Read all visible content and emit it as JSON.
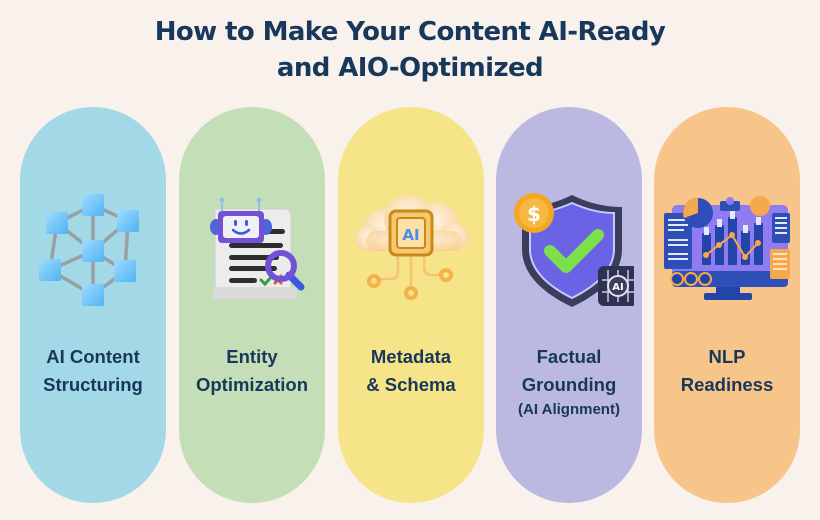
{
  "title": {
    "line1": "How to Make Your Content AI-Ready",
    "line2": "and AIO-Optimized"
  },
  "colors": {
    "background": "#f9f2ec",
    "text": "#17385a",
    "card_colors": [
      "#a3d8e6",
      "#c4dfb8",
      "#f6e489",
      "#bbb8e2",
      "#f7c48a"
    ]
  },
  "cards": [
    {
      "icon": "network-cube-icon",
      "line1": "AI Content",
      "line2": "Structuring",
      "sub": ""
    },
    {
      "icon": "robot-document-search-icon",
      "line1": "Entity",
      "line2": "Optimization",
      "sub": ""
    },
    {
      "icon": "ai-chip-cloud-icon",
      "line1": "Metadata",
      "line2": "& Schema",
      "sub": ""
    },
    {
      "icon": "shield-check-icon",
      "line1": "Factual",
      "line2": "Grounding",
      "sub": "(AI Alignment)"
    },
    {
      "icon": "analytics-monitor-icon",
      "line1": "NLP",
      "line2": "Readiness",
      "sub": ""
    }
  ],
  "icon_text": {
    "chip_label": "AI",
    "coin_label": "$",
    "badge_label": "AI"
  }
}
